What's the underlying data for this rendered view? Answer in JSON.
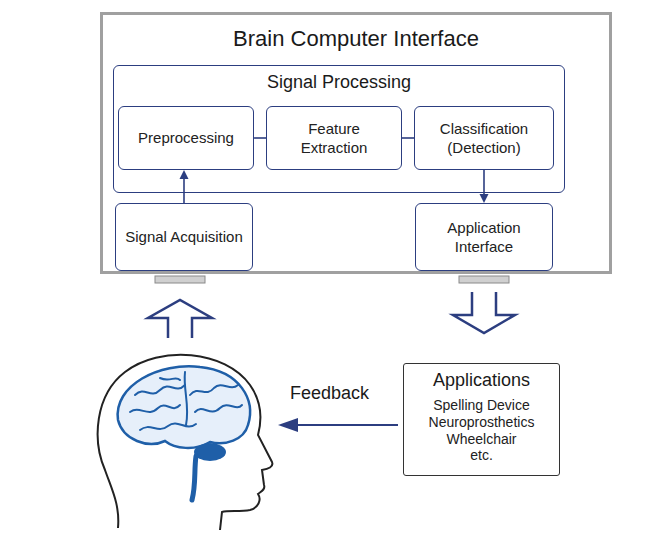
{
  "diagram": {
    "nodes": [
      {
        "text": [
          "Brain Computer Interface"
        ]
      },
      {
        "text": [
          "Signal Processing"
        ],
        "in": 0
      },
      {
        "text": [
          "Preprocessing"
        ],
        "in": 1
      },
      {
        "text": [
          "Feature Extraction"
        ],
        "in": 1
      },
      {
        "text": [
          "Classification (Detection)"
        ],
        "in": 1
      },
      {
        "text": [
          "Signal Acquisition"
        ],
        "in": 0
      },
      {
        "text": [
          "Application Interface"
        ],
        "in": 0
      },
      {
        "text": [
          "Applications",
          "Spelling Device",
          "Neuroprosthetics",
          "Wheelchair",
          "etc."
        ]
      }
    ],
    "edges": [
      {
        "from": 5,
        "to": 2,
        "arrow": "to"
      },
      {
        "from": 2,
        "to": 3,
        "arrow": "none"
      },
      {
        "from": 3,
        "to": 4,
        "arrow": "none"
      },
      {
        "from": 4,
        "to": 6,
        "arrow": "to"
      },
      {
        "from": 0,
        "to": 7,
        "arrow": "to"
      }
    ],
    "labels": [
      "Feedback"
    ]
  }
}
